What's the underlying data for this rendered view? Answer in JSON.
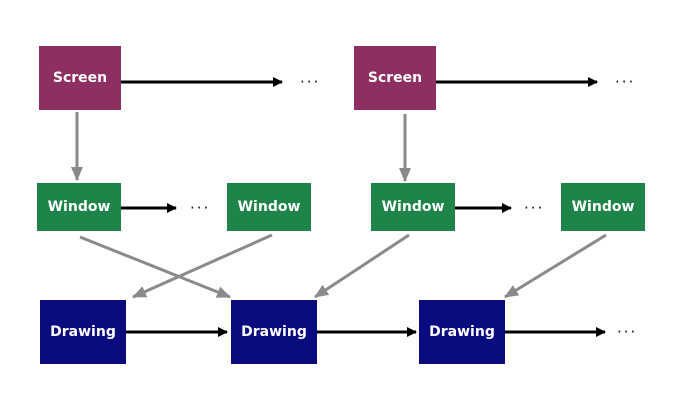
{
  "nodes": {
    "screen_1": "Screen",
    "screen_2": "Screen",
    "window_1": "Window",
    "window_2": "Window",
    "window_3": "Window",
    "window_4": "Window",
    "drawing_1": "Drawing",
    "drawing_2": "Drawing",
    "drawing_3": "Drawing"
  },
  "ellipsis": "···",
  "colors": {
    "screen": "#8e2f62",
    "window": "#1e8449",
    "drawing": "#0b0b80",
    "timeline_arrow": "#000000",
    "relation_arrow": "#8a8a8a"
  }
}
